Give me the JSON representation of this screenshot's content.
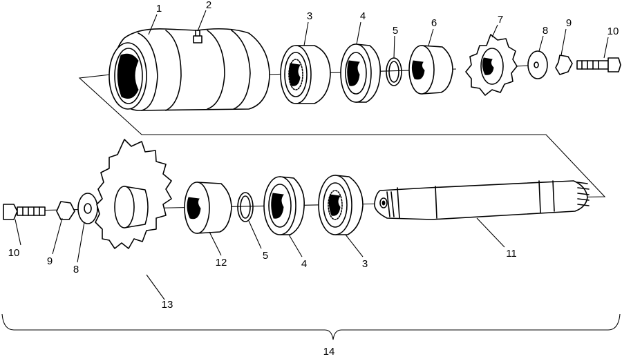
{
  "diagram": {
    "callouts": {
      "c1": "1",
      "c2": "2",
      "c3a": "3",
      "c4a": "4",
      "c5a": "5",
      "c6": "6",
      "c7": "7",
      "c8a": "8",
      "c9a": "9",
      "c10a": "10",
      "c10b": "10",
      "c9b": "9",
      "c8b": "8",
      "c12": "12",
      "c5b": "5",
      "c4b": "4",
      "c3b": "3",
      "c11": "11",
      "c13": "13",
      "c14": "14"
    }
  }
}
